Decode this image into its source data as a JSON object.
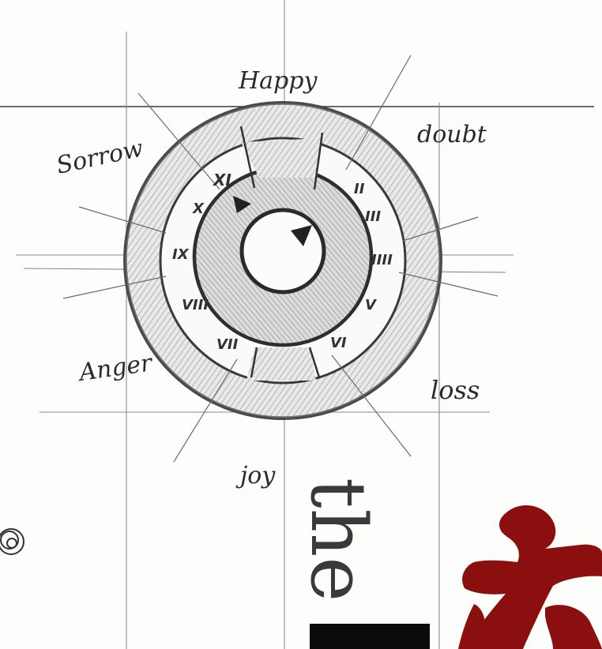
{
  "labels": {
    "top": "Happy",
    "top_right": "doubt",
    "top_left": "Sorrow",
    "bottom_left": "Anger",
    "bottom_right": "loss",
    "bottom": "joy"
  },
  "numerals": [
    "II",
    "III",
    "IIII",
    "V",
    "VI",
    "VII",
    "VIII",
    "IX",
    "X",
    "XI"
  ],
  "title_word": "the",
  "colors": {
    "ink": "#2a2a2a",
    "pencil": "#555555",
    "shade": "#9a9a9a",
    "accent": "#8b0f0f"
  }
}
